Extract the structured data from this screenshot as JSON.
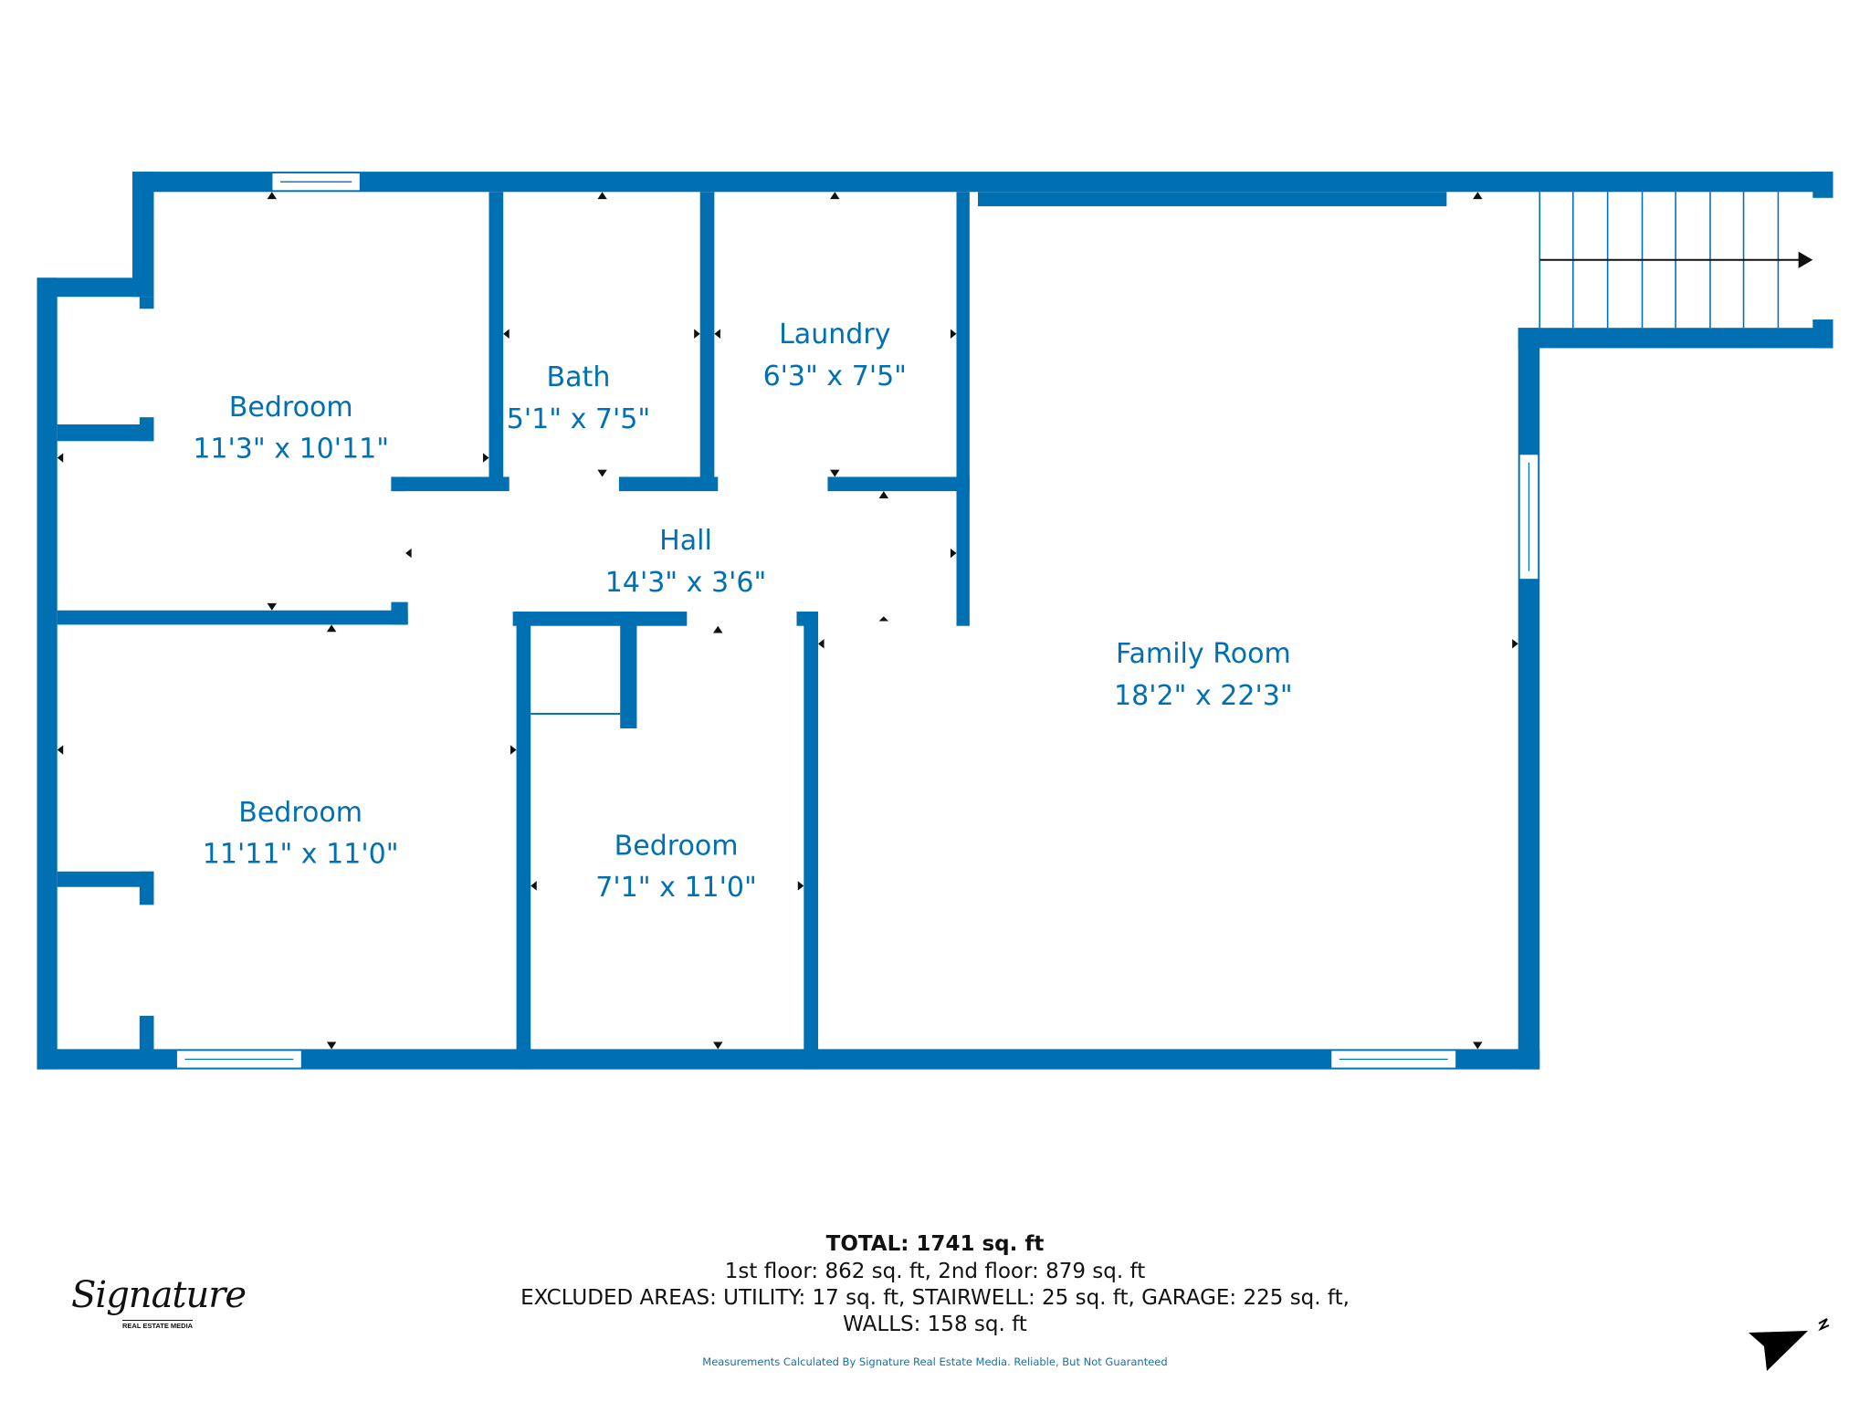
{
  "floorplan": {
    "wall_color": "#0170b2",
    "rooms": [
      {
        "id": "bedroom-1",
        "name": "Bedroom",
        "dims": "11'3\" x 10'11\""
      },
      {
        "id": "bath",
        "name": "Bath",
        "dims": "5'1\" x 7'5\""
      },
      {
        "id": "laundry",
        "name": "Laundry",
        "dims": "6'3\" x 7'5\""
      },
      {
        "id": "hall",
        "name": "Hall",
        "dims": "14'3\" x 3'6\""
      },
      {
        "id": "family-room",
        "name": "Family Room",
        "dims": "18'2\" x 22'3\""
      },
      {
        "id": "bedroom-2",
        "name": "Bedroom",
        "dims": "11'11\" x 11'0\""
      },
      {
        "id": "bedroom-3",
        "name": "Bedroom",
        "dims": "7'1\" x 11'0\""
      }
    ]
  },
  "footer": {
    "total": "TOTAL: 1741 sq. ft",
    "floors": "1st floor: 862 sq. ft, 2nd floor: 879 sq. ft",
    "excluded": "EXCLUDED AREAS: UTILITY: 17 sq. ft, STAIRWELL: 25 sq. ft, GARAGE: 225 sq. ft,",
    "walls": "WALLS: 158 sq. ft",
    "disclaimer": "Measurements Calculated By Signature Real Estate Media. Reliable, But Not Guaranteed"
  },
  "logo": {
    "script": "Signature",
    "subtitle": "REAL ESTATE MEDIA"
  },
  "compass": {
    "label": "N",
    "icon": "north-arrow-icon"
  }
}
